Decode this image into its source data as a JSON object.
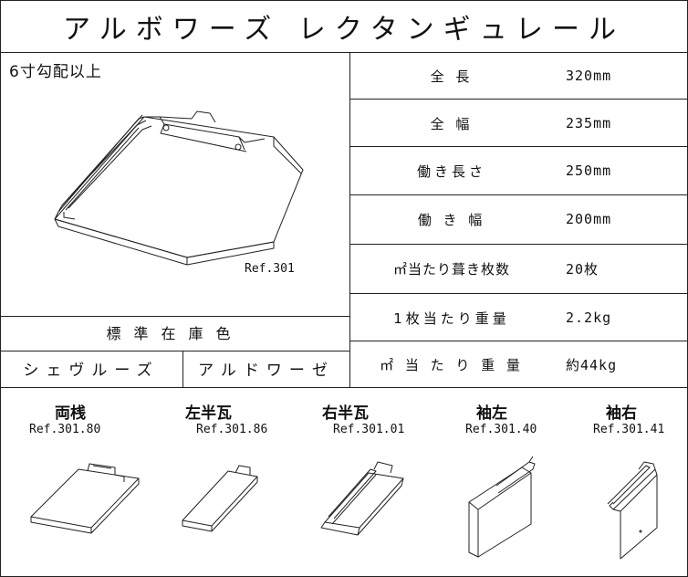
{
  "title": "アルボワーズ レクタンギュレール",
  "slope_note": "6寸勾配以上",
  "main_ref": "Ref.301",
  "standard_colors": {
    "heading": "標準在庫色",
    "colors": [
      "シェヴルーズ",
      "アルドワーゼ"
    ]
  },
  "specs": [
    {
      "label": "全 長",
      "value": "320mm"
    },
    {
      "label": "全 幅",
      "value": "235mm"
    },
    {
      "label": "働き長さ",
      "value": "250mm"
    },
    {
      "label": "働 き 幅",
      "value": "200mm"
    },
    {
      "label": "㎡当たり葺き枚数",
      "value": "20枚"
    },
    {
      "label": "1枚当たり重量",
      "value": "2.2kg"
    },
    {
      "label": "㎡ 当 た り 重 量",
      "value": "約44kg"
    }
  ],
  "accessories": [
    {
      "name": "両桟",
      "ref": "Ref.301.80"
    },
    {
      "name": "左半瓦",
      "ref": "Ref.301.86"
    },
    {
      "name": "右半瓦",
      "ref": "Ref.301.01"
    },
    {
      "name": "袖左",
      "ref": "Ref.301.40"
    },
    {
      "name": "袖右",
      "ref": "Ref.301.41"
    }
  ]
}
